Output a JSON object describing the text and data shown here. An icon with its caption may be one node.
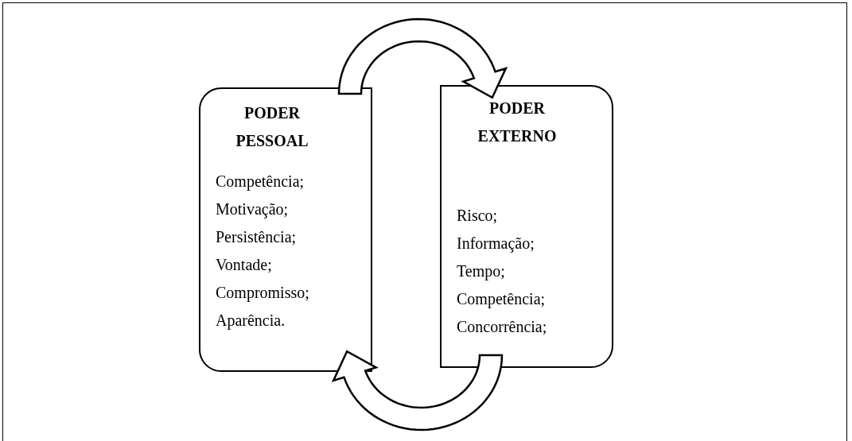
{
  "diagram": {
    "nodes": [
      {
        "text": [
          "PODER PESSOAL",
          "Competência;",
          "Motivação;",
          "Persistência;",
          "Vontade;",
          "Compromisso;",
          "Aparência."
        ]
      },
      {
        "text": [
          "PODER EXTERNO",
          "Risco;",
          "Informação;",
          "Tempo;",
          "Competência;",
          "Concorrência;"
        ]
      }
    ],
    "edges": [
      {
        "from": 0,
        "to": 1,
        "arrow": "to"
      },
      {
        "from": 1,
        "to": 0,
        "arrow": "to"
      }
    ]
  }
}
